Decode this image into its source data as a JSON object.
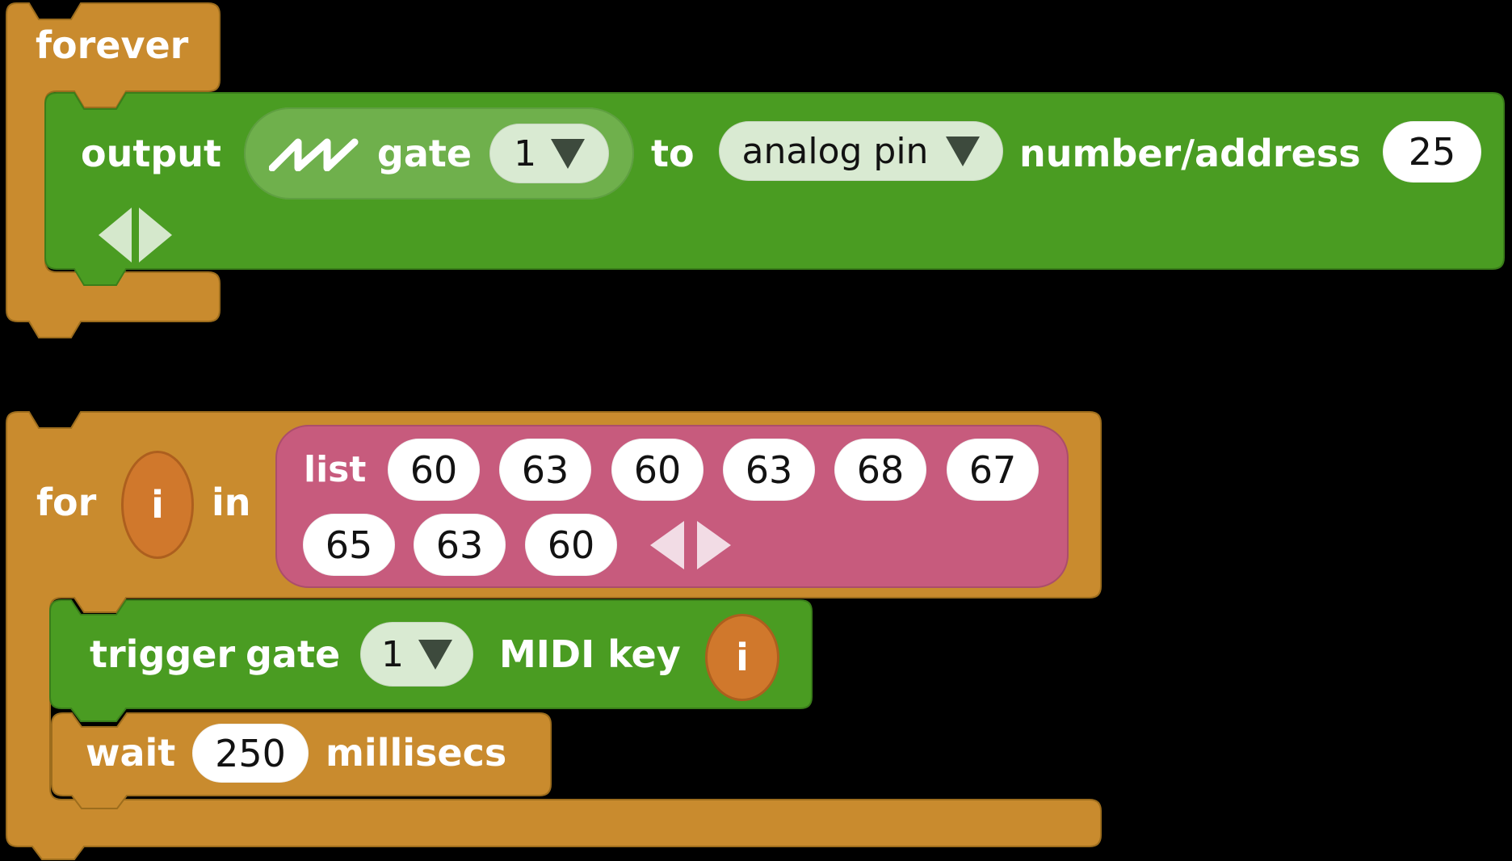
{
  "scripts": {
    "forever_script": {
      "forever_label": "forever",
      "output_block": {
        "output_label": "output",
        "wave_reporter": {
          "icon": "sawtooth-wave-icon",
          "gate_label": "gate",
          "gate_number": "1"
        },
        "to_label": "to",
        "pin_type_selected": "analog pin",
        "address_label": "number/address",
        "address_value": "25"
      }
    },
    "for_script": {
      "for_label": "for",
      "loop_variable": "i",
      "in_label": "in",
      "list_block": {
        "list_label": "list",
        "row1": [
          "60",
          "63",
          "60",
          "63",
          "68",
          "67"
        ],
        "row2": [
          "65",
          "63",
          "60"
        ]
      },
      "trigger_block": {
        "trigger_label": "trigger",
        "gate_label": "gate",
        "gate_number": "1",
        "midi_key_label": "MIDI key",
        "key_variable": "i"
      },
      "wait_block": {
        "wait_label": "wait",
        "duration_value": "250",
        "millisecs_label": "millisecs"
      }
    }
  },
  "colors": {
    "background": "#000000",
    "control_orange": "#c98b2e",
    "control_orange_border": "#9d6d1d",
    "pin_green": "#4a9c22",
    "pin_green_border": "#3a7d1a",
    "reporter_light_green": "#6fb04c",
    "dropdown_pale_green": "#d9ead2",
    "list_pink": "#c75b7d",
    "list_pink_border": "#ab4d6b",
    "variable_orange": "#d0782c",
    "white_input": "#ffffff",
    "label_text": "#ffffff",
    "value_text": "#121212"
  }
}
